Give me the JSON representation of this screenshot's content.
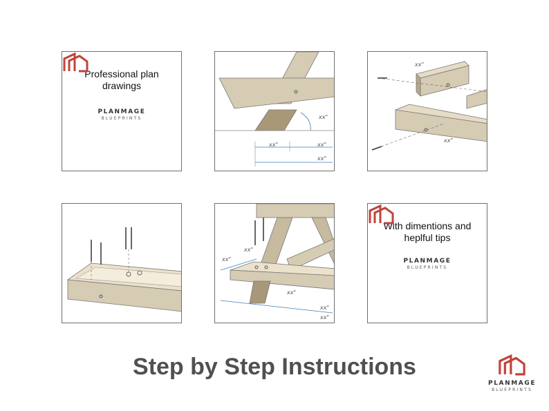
{
  "brand": {
    "name": "PLANMAGE",
    "sub": "BLUEPRINTS",
    "logo_color": "#c0433a",
    "wood_light": "#d6cbb3",
    "wood_dark": "#a89878"
  },
  "panels": {
    "intro": {
      "caption": "Professional plan drawings"
    },
    "outro": {
      "caption": "With dimentions and heplful tips"
    },
    "dimension_label": "xx\""
  },
  "footer": {
    "heading": "Step by Step Instructions"
  }
}
